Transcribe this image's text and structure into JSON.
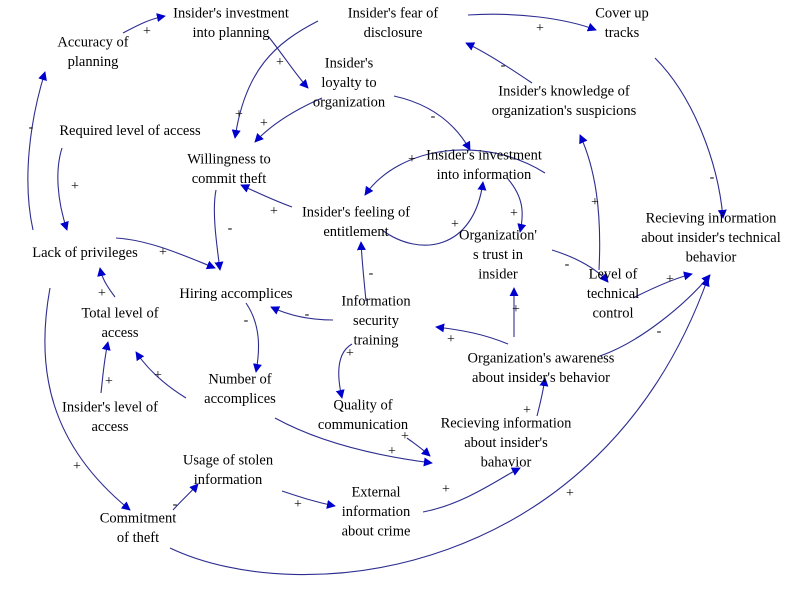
{
  "nodes": [
    {
      "id": "accuracy",
      "lines": [
        "Accuracy of",
        "planning"
      ]
    },
    {
      "id": "invest-planning",
      "lines": [
        "Insider's investment",
        "into planning"
      ]
    },
    {
      "id": "fear",
      "lines": [
        "Insider's fear of",
        "disclosure"
      ]
    },
    {
      "id": "cover",
      "lines": [
        "Cover up",
        "tracks"
      ]
    },
    {
      "id": "loyalty",
      "lines": [
        "Insider's",
        "loyalty to",
        "organization"
      ]
    },
    {
      "id": "knowledge",
      "lines": [
        "Insider's knowledge of",
        "organization's suspicions"
      ]
    },
    {
      "id": "required",
      "lines": [
        "Required level of access"
      ]
    },
    {
      "id": "willingness",
      "lines": [
        "Willingness to",
        "commit theft"
      ]
    },
    {
      "id": "invest-info",
      "lines": [
        "Insider's investment",
        "into information"
      ]
    },
    {
      "id": "entitlement",
      "lines": [
        "Insider's feeling of",
        "entitlement"
      ]
    },
    {
      "id": "lack",
      "lines": [
        "Lack of privileges"
      ]
    },
    {
      "id": "trust",
      "lines": [
        "Organization'",
        "s trust in",
        "insider"
      ]
    },
    {
      "id": "tech-control",
      "lines": [
        "Level of",
        "technical",
        "control"
      ]
    },
    {
      "id": "recv-tech",
      "lines": [
        "Recieving information",
        "about insider's technical",
        "behavior"
      ]
    },
    {
      "id": "hiring",
      "lines": [
        "Hiring accomplices"
      ]
    },
    {
      "id": "total-access",
      "lines": [
        "Total level of",
        "access"
      ]
    },
    {
      "id": "training",
      "lines": [
        "Information",
        "security",
        "training"
      ]
    },
    {
      "id": "awareness",
      "lines": [
        "Organization's awareness",
        "about insider's behavior"
      ]
    },
    {
      "id": "num-acc",
      "lines": [
        "Number of",
        "accomplices"
      ]
    },
    {
      "id": "insider-access",
      "lines": [
        "Insider's level of",
        "access"
      ]
    },
    {
      "id": "quality",
      "lines": [
        "Quality of",
        "communication"
      ]
    },
    {
      "id": "recv-behavior",
      "lines": [
        "Recieving information",
        "about insider's",
        "bahavior"
      ]
    },
    {
      "id": "usage",
      "lines": [
        "Usage of stolen",
        "information"
      ]
    },
    {
      "id": "external",
      "lines": [
        "External",
        "information",
        "about crime"
      ]
    },
    {
      "id": "commitment",
      "lines": [
        "Commitment",
        "of theft"
      ]
    }
  ],
  "polarities": [
    "+",
    "+",
    "+",
    "-",
    "-",
    "-",
    "+",
    "+",
    "+",
    "+",
    "+",
    "-",
    "+",
    "+",
    "-",
    "+",
    "-",
    "+",
    "-",
    "-",
    "+",
    "+",
    "+",
    "-",
    "+",
    "+",
    "+",
    "+",
    "-",
    "+",
    "+",
    "+",
    "+",
    "+",
    "-",
    "+",
    "+"
  ]
}
